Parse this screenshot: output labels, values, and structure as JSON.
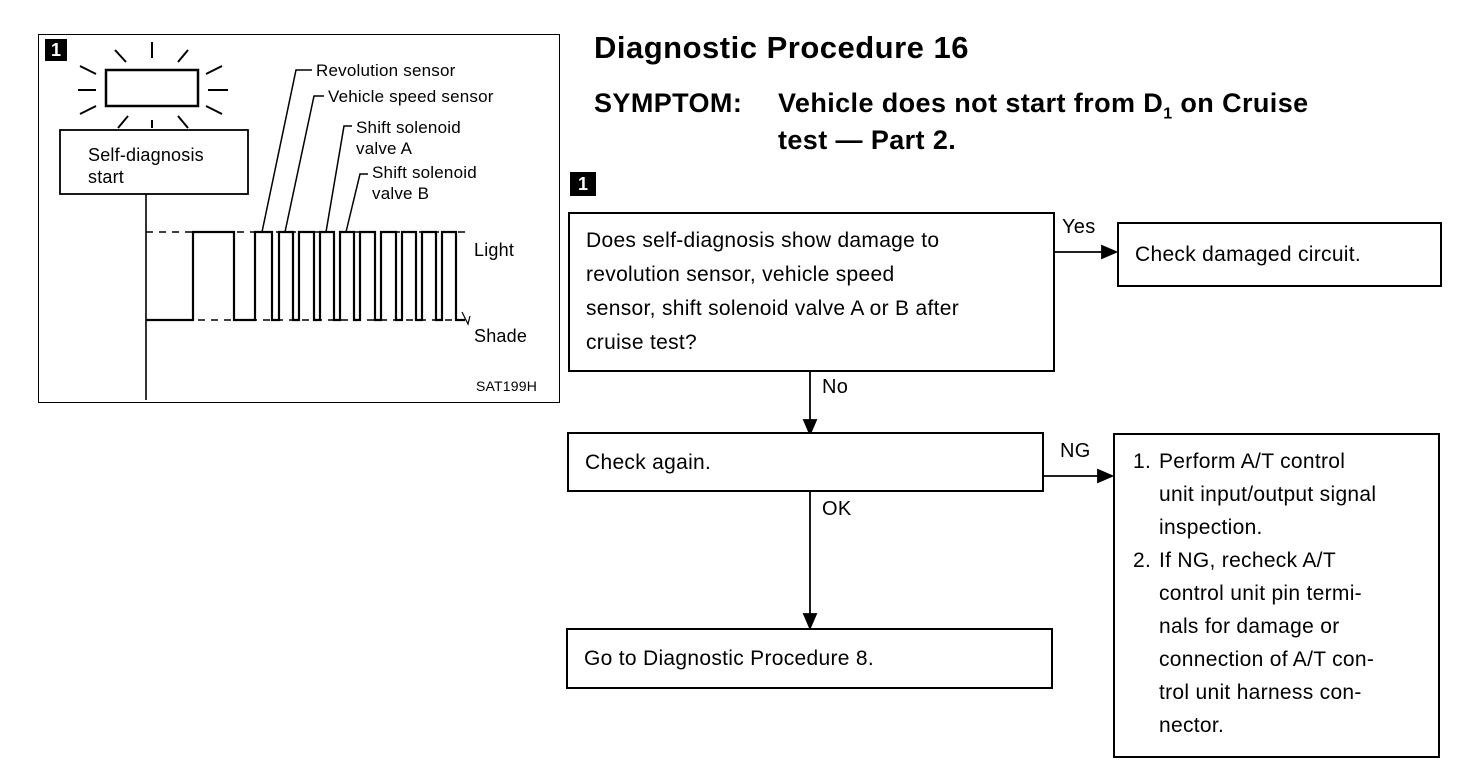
{
  "figure": {
    "badge": "1",
    "self_diagnosis_label": "Self-diagnosis\nstart",
    "annotations": {
      "revolution_sensor": "Revolution sensor",
      "vehicle_speed_sensor": "Vehicle speed sensor",
      "shift_solenoid_a": "Shift solenoid\nvalve A",
      "shift_solenoid_b": "Shift solenoid\nvalve B"
    },
    "level_light": "Light",
    "level_shade": "Shade",
    "figure_code": "SAT199H"
  },
  "header": {
    "title": "Diagnostic Procedure 16",
    "symptom_label": "SYMPTOM:",
    "symptom_line1": "Vehicle does not start from D",
    "symptom_subscript": "1",
    "symptom_line1_end": " on Cruise",
    "symptom_line2": "test — Part 2."
  },
  "flowchart": {
    "step_badge": "1",
    "question": "Does self-diagnosis show damage to\nrevolution sensor, vehicle speed\nsensor, shift solenoid valve A or B after\ncruise test?",
    "yes_label": "Yes",
    "yes_result": "Check damaged circuit.",
    "no_label": "No",
    "check_again": "Check again.",
    "ng_label": "NG",
    "ok_label": "OK",
    "go_to": "Go to Diagnostic Procedure 8.",
    "ng_steps": [
      {
        "num": "1.",
        "text": "Perform A/T control\nunit input/output signal\ninspection."
      },
      {
        "num": "2.",
        "text": "If NG, recheck A/T\ncontrol unit pin termi-\nnals for damage or\nconnection of A/T con-\ntrol unit harness con-\nnector."
      }
    ]
  }
}
